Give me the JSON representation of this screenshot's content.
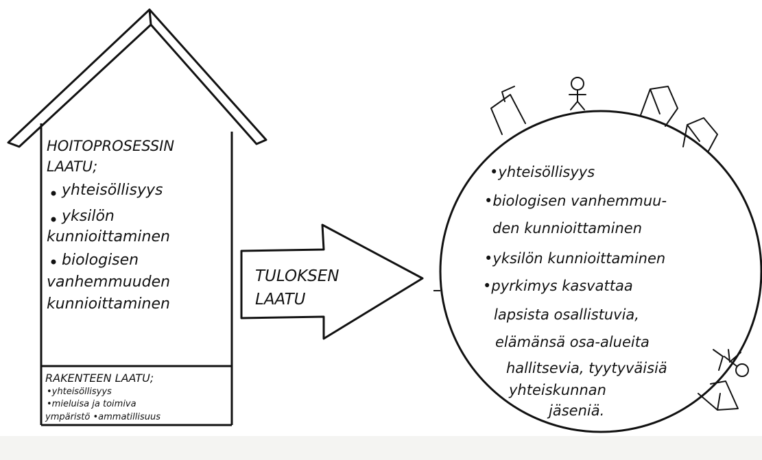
{
  "colors": {
    "ink": "#111111",
    "paper": "#ffffff",
    "footer_band": "#f4f4f2"
  },
  "house": {
    "process_title_1": "HOITOPROSESSIN",
    "process_title_2": "LAATU;",
    "process_items": [
      "yhteisöllisyys",
      "yksilön",
      "kunnioittaminen",
      "biologisen",
      "vanhemmuuden",
      "kunnioittaminen"
    ],
    "structure_title": "RAKENTEEN LAATU;",
    "structure_items": [
      "•yhteisöllisyys",
      "•mieluisa ja toimiva",
      "ympäristö •ammatillisuus"
    ]
  },
  "arrow": {
    "label_1": "TULOKSEN",
    "label_2": "LAATU"
  },
  "globe": {
    "items": [
      "•yhteisöllisyys",
      "•biologisen vanhemmuu-",
      "den kunnioittaminen",
      "•yksilön kunnioittaminen",
      "•pyrkimys kasvattaa",
      "lapsista osallistuvia,",
      "elämänsä osa-alueita",
      "hallitsevia, tyytyväisiä",
      "yhteiskunnan",
      "jäseniä."
    ]
  }
}
